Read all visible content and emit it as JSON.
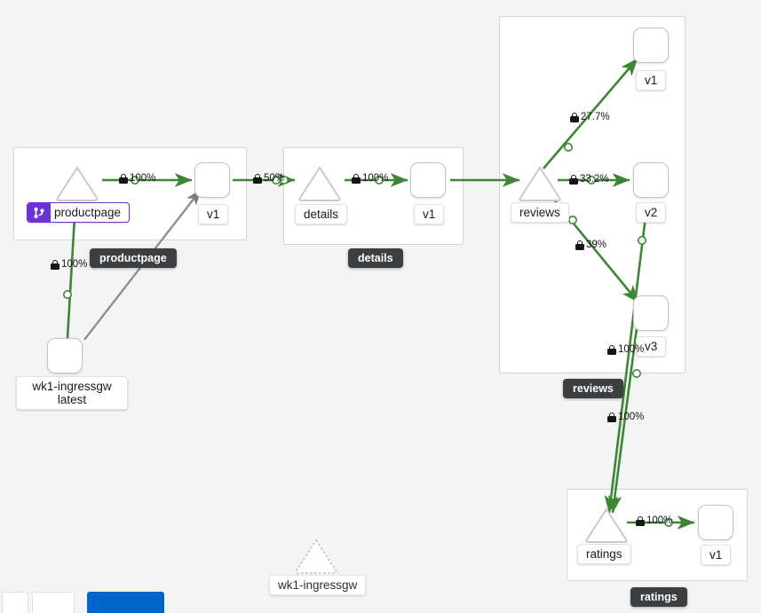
{
  "app": {
    "kind": "service-mesh-topology-graph",
    "background": "#f4f4f4",
    "edge_color": "#3e8635",
    "badge_color": "#6e31d6",
    "chip_color": "#3c3f42"
  },
  "namespaces": [
    {
      "id": "productpage",
      "chip": "productpage"
    },
    {
      "id": "details",
      "chip": "details"
    },
    {
      "id": "reviews",
      "chip": "reviews"
    },
    {
      "id": "ratings",
      "chip": "ratings"
    }
  ],
  "nodes": [
    {
      "id": "ingressgw",
      "type": "app",
      "label": "wk1-ingressgw\nlatest"
    },
    {
      "id": "svc-productpage",
      "type": "service",
      "label": "productpage",
      "badge": "git-branch-icon"
    },
    {
      "id": "app-productpage-v1",
      "type": "app",
      "label": "v1"
    },
    {
      "id": "svc-details",
      "type": "service",
      "label": "details"
    },
    {
      "id": "app-details-v1",
      "type": "app",
      "label": "v1"
    },
    {
      "id": "svc-reviews",
      "type": "service",
      "label": "reviews"
    },
    {
      "id": "app-reviews-v1",
      "type": "app",
      "label": "v1"
    },
    {
      "id": "app-reviews-v2",
      "type": "app",
      "label": "v2"
    },
    {
      "id": "app-reviews-v3",
      "type": "app",
      "label": "v3"
    },
    {
      "id": "svc-ratings",
      "type": "service",
      "label": "ratings"
    },
    {
      "id": "app-ratings-v1",
      "type": "app",
      "label": "v1"
    },
    {
      "id": "ghost-ingressgw",
      "type": "ghost-service",
      "label": "wk1-ingressgw"
    }
  ],
  "edges": [
    {
      "id": "e1",
      "from": "ingressgw",
      "to": "svc-productpage",
      "label": "100%",
      "mtls": true,
      "color": "#3e8635"
    },
    {
      "id": "e2",
      "from": "ingressgw",
      "to": "app-productpage-v1",
      "label": "",
      "mtls": false,
      "color": "#8a8d90"
    },
    {
      "id": "e3",
      "from": "svc-productpage",
      "to": "app-productpage-v1",
      "label": "100%",
      "mtls": true,
      "color": "#3e8635"
    },
    {
      "id": "e4",
      "from": "app-productpage-v1",
      "to": "svc-details",
      "label": "50%",
      "mtls": true,
      "color": "#3e8635"
    },
    {
      "id": "e5",
      "from": "svc-details",
      "to": "app-details-v1",
      "label": "100%",
      "mtls": true,
      "color": "#3e8635"
    },
    {
      "id": "e6",
      "from": "app-details-v1",
      "to": "svc-reviews",
      "label": "",
      "mtls": false,
      "color": "#3e8635"
    },
    {
      "id": "e7",
      "from": "svc-reviews",
      "to": "app-reviews-v1",
      "label": "27.7%",
      "mtls": true,
      "color": "#3e8635"
    },
    {
      "id": "e8",
      "from": "svc-reviews",
      "to": "app-reviews-v2",
      "label": "33.2%",
      "mtls": true,
      "color": "#3e8635"
    },
    {
      "id": "e9",
      "from": "svc-reviews",
      "to": "app-reviews-v3",
      "label": "39%",
      "mtls": true,
      "color": "#3e8635"
    },
    {
      "id": "e10",
      "from": "app-reviews-v2",
      "to": "svc-ratings",
      "label": "100%",
      "mtls": true,
      "color": "#3e8635"
    },
    {
      "id": "e11",
      "from": "app-reviews-v3",
      "to": "svc-ratings",
      "label": "100%",
      "mtls": true,
      "color": "#3e8635"
    },
    {
      "id": "e12",
      "from": "svc-ratings",
      "to": "app-ratings-v1",
      "label": "100%",
      "mtls": true,
      "color": "#3e8635"
    }
  ],
  "edge_labels": {
    "ingress_to_productpage": "100%",
    "productpage_to_v1": "100%",
    "v1_to_details": "50%",
    "details_to_v1": "100%",
    "reviews_to_v1": "27.7%",
    "reviews_to_v2": "33.2%",
    "reviews_to_v3": "39%",
    "v3_to_ratings": "100%",
    "v2_to_ratings": "100%",
    "ratings_to_v1": "100%"
  },
  "node_labels": {
    "ingressgw": "wk1-ingressgw\nlatest",
    "productpage_svc": "productpage",
    "productpage_v1": "v1",
    "details_svc": "details",
    "details_v1": "v1",
    "reviews_svc": "reviews",
    "reviews_v1": "v1",
    "reviews_v2": "v2",
    "reviews_v3": "v3",
    "ratings_svc": "ratings",
    "ratings_v1": "v1",
    "ghost_ingressgw": "wk1-ingressgw"
  },
  "chips": {
    "productpage": "productpage",
    "details": "details",
    "reviews": "reviews",
    "ratings": "ratings"
  }
}
